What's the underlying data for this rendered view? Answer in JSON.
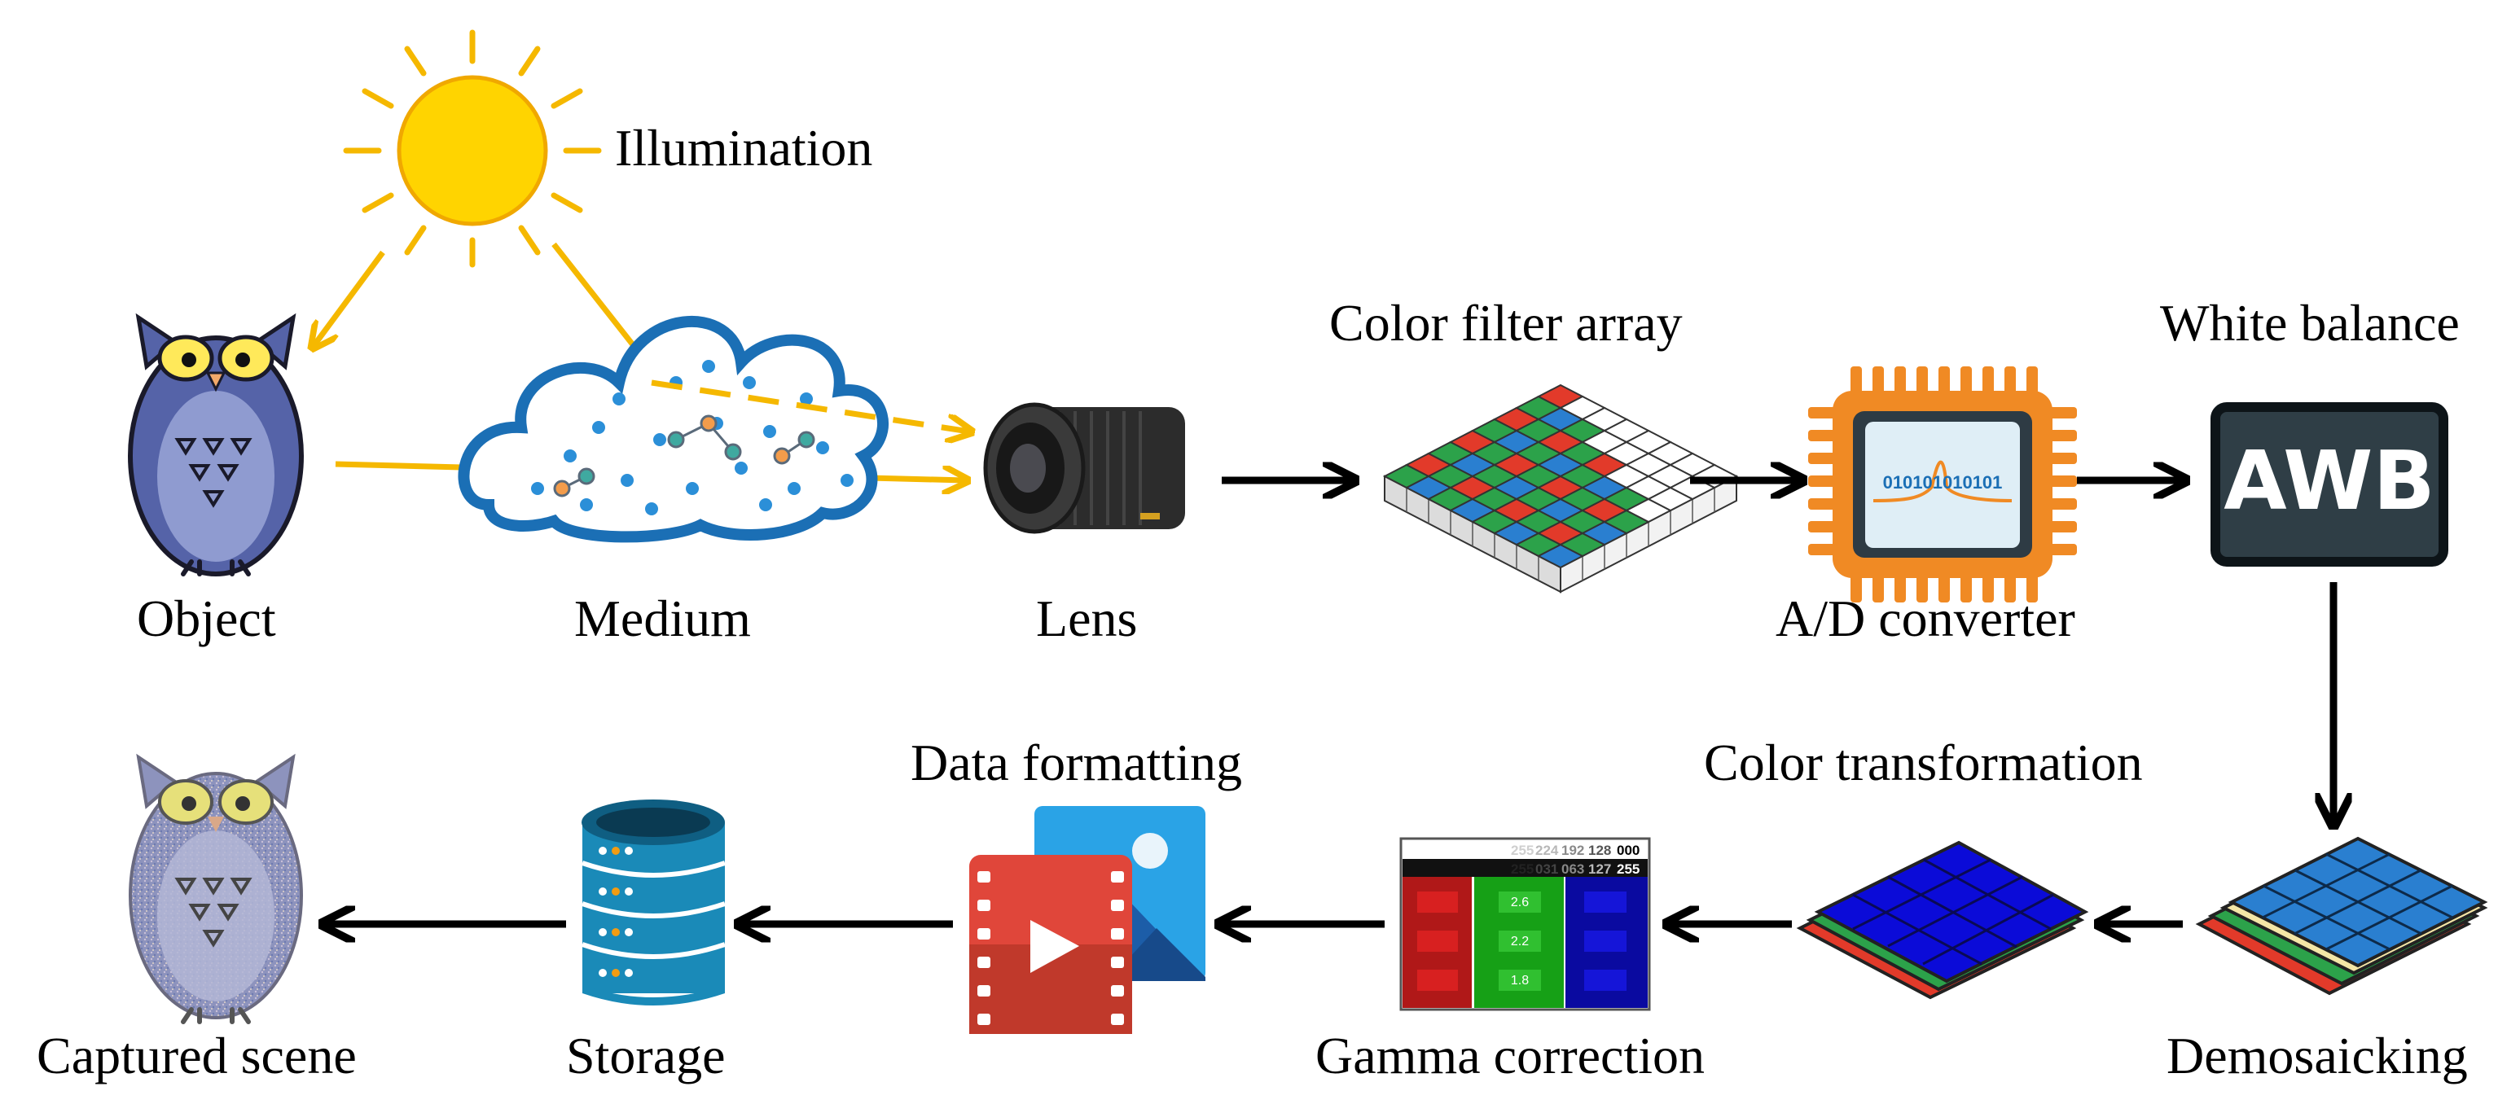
{
  "labels": {
    "illumination": "Illumination",
    "object": "Object",
    "medium": "Medium",
    "lens": "Lens",
    "color_filter_array": "Color filter array",
    "ad_converter": "A/D converter",
    "white_balance": "White balance",
    "demosaicking": "Demosaicking",
    "color_transformation": "Color transformation",
    "gamma_correction": "Gamma correction",
    "data_formatting": "Data formatting",
    "storage": "Storage",
    "captured_scene": "Captured scene"
  },
  "awb_text": "AWB",
  "chip_binary": "010101010101",
  "gamma_table": {
    "row1": [
      "255",
      "224",
      "192",
      "128",
      "000"
    ],
    "row2": [
      "255",
      "031",
      "063",
      "127",
      "255"
    ],
    "values": [
      "2.6",
      "2.2",
      "1.8"
    ]
  },
  "colors": {
    "arrow": "#000000",
    "sunray": "#f5b800",
    "sun": "#ffd400",
    "owl": "#5563a8",
    "cloud_border": "#1b6fb5",
    "chip": "#f08a24",
    "awb_bg": "#2f3e46"
  },
  "icons": [
    "sun-icon",
    "owl-icon",
    "cloud-icon",
    "lens-icon",
    "cfa-icon",
    "chip-icon",
    "awb-icon",
    "demosaic-icon",
    "color-transform-icon",
    "gamma-icon",
    "media-icon",
    "storage-icon",
    "captured-owl-icon"
  ]
}
